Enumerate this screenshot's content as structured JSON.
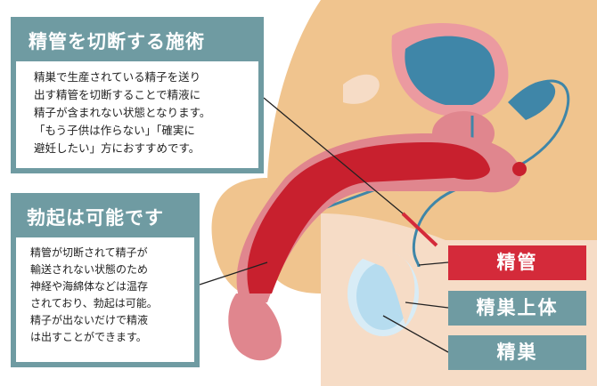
{
  "cards": {
    "vasectomy": {
      "title": "精管を切断する施術",
      "body": "精巣で生産されている精子を送り\n出す精管を切断することで精液に\n精子が含まれない状態となります。\n「もう子供は作らない」「確実に\n避妊したい」方におすすめです。"
    },
    "erection": {
      "title": "勃起は可能です",
      "body": "精管が切断されて精子が\n輸送されない状態のため\n神経や海綿体などは温存\nされており、勃起は可能。\n精子が出ないだけで精液\nは出すことができます。"
    }
  },
  "labels": {
    "vas_deferens": "精管",
    "epididymis": "精巣上体",
    "testis": "精巣"
  },
  "colors": {
    "skin": "#f0c48e",
    "teal": "#6f9ba2",
    "red": "#d42a3a",
    "bladder": "#3f86a8",
    "penis": "#c8202e"
  }
}
